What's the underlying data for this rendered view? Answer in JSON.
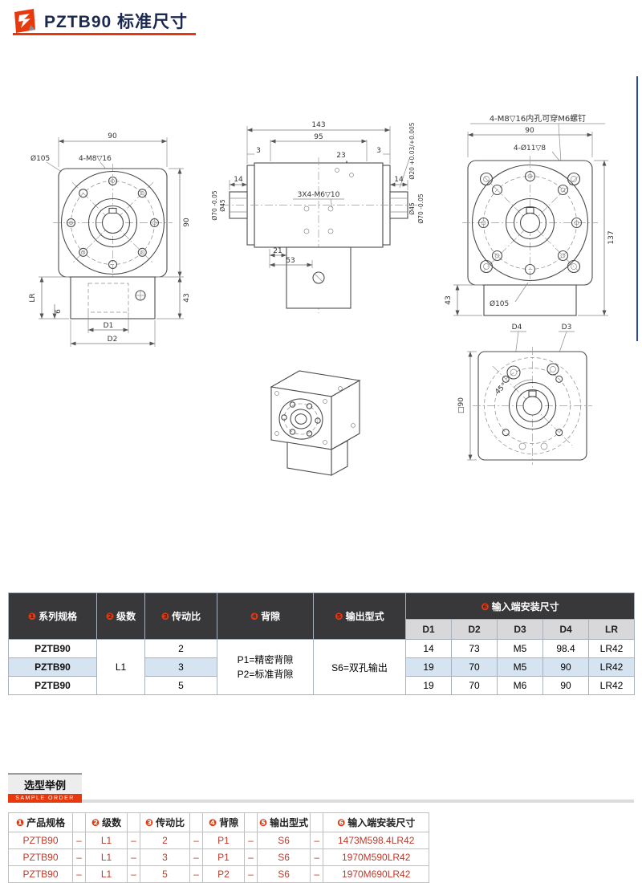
{
  "page": {
    "title": "PZTB90 标准尺寸"
  },
  "drawings": {
    "front": {
      "dim_width": "90",
      "label_bolt_circle": "Ø105",
      "label_holes": "4-M8▽16",
      "dim_height": "90",
      "dim_base": "43",
      "dim_lr": "LR",
      "dim_6": "6",
      "dim_d1": "D1",
      "dim_d2": "D2"
    },
    "side": {
      "dim_total": "143",
      "dim_inner": "95",
      "dim_3_left": "3",
      "dim_23": "23",
      "dim_3_right": "3",
      "dim_14_left": "14",
      "dim_14_right": "14",
      "label_d70_left": "Ø70 -0.05",
      "label_d45_left": "Ø45",
      "label_holes": "3X4-M6▽10",
      "label_d20": "Ø20 +0.03/+0.005",
      "label_d45_right": "Ø45",
      "label_d70_right": "Ø70 -0.05",
      "dim_21": "21",
      "dim_53": "53"
    },
    "back": {
      "callout": "4-M8▽16内孔可穿M6螺钉",
      "dim_width": "90",
      "label_holes": "4-Ø11▽8",
      "dim_height": "137",
      "label_bolt_circle": "Ø105",
      "dim_base": "43"
    },
    "output": {
      "label_d4": "D4",
      "label_d3": "D3",
      "label_angle": "45°",
      "label_square": "□90"
    }
  },
  "spec_table": {
    "headers": [
      {
        "num": "❶",
        "label": "系列规格"
      },
      {
        "num": "❷",
        "label": "级数"
      },
      {
        "num": "❸",
        "label": "传动比"
      },
      {
        "num": "❹",
        "label": "背隙"
      },
      {
        "num": "❺",
        "label": "输出型式"
      },
      {
        "num": "❻",
        "label": "输入端安装尺寸"
      }
    ],
    "subheaders": [
      "D1",
      "D2",
      "D3",
      "D4",
      "LR"
    ],
    "stage": "L1",
    "backlash_lines": [
      "P1=精密背隙",
      "P2=标准背隙"
    ],
    "output_type": "S6=双孔输出",
    "rows": [
      {
        "model": "PZTB90",
        "ratio": "2",
        "d1": "14",
        "d2": "73",
        "d3": "M5",
        "d4": "98.4",
        "lr": "LR42"
      },
      {
        "model": "PZTB90",
        "ratio": "3",
        "d1": "19",
        "d2": "70",
        "d3": "M5",
        "d4": "90",
        "lr": "LR42"
      },
      {
        "model": "PZTB90",
        "ratio": "5",
        "d1": "19",
        "d2": "70",
        "d3": "M6",
        "d4": "90",
        "lr": "LR42"
      }
    ]
  },
  "sample_order": {
    "title": "选型举例",
    "subtitle": "SAMPLE ORDER",
    "dash": "–",
    "headers": [
      {
        "num": "❶",
        "label": "产品规格"
      },
      {
        "num": "❷",
        "label": "级数"
      },
      {
        "num": "❸",
        "label": "传动比"
      },
      {
        "num": "❹",
        "label": "背隙"
      },
      {
        "num": "❺",
        "label": "输出型式"
      },
      {
        "num": "❻",
        "label": "输入端安装尺寸"
      }
    ],
    "rows": [
      {
        "model": "PZTB90",
        "stage": "L1",
        "ratio": "2",
        "backlash": "P1",
        "output": "S6",
        "code": "1473M598.4LR42"
      },
      {
        "model": "PZTB90",
        "stage": "L1",
        "ratio": "3",
        "backlash": "P1",
        "output": "S6",
        "code": "1970M590LR42"
      },
      {
        "model": "PZTB90",
        "stage": "L1",
        "ratio": "5",
        "backlash": "P2",
        "output": "S6",
        "code": "1970M690LR42"
      }
    ]
  },
  "colors": {
    "accent": "#e8380d",
    "header_bg": "#38383a",
    "stripe": "#d6e4f2",
    "red_text": "#bf3a2b"
  }
}
